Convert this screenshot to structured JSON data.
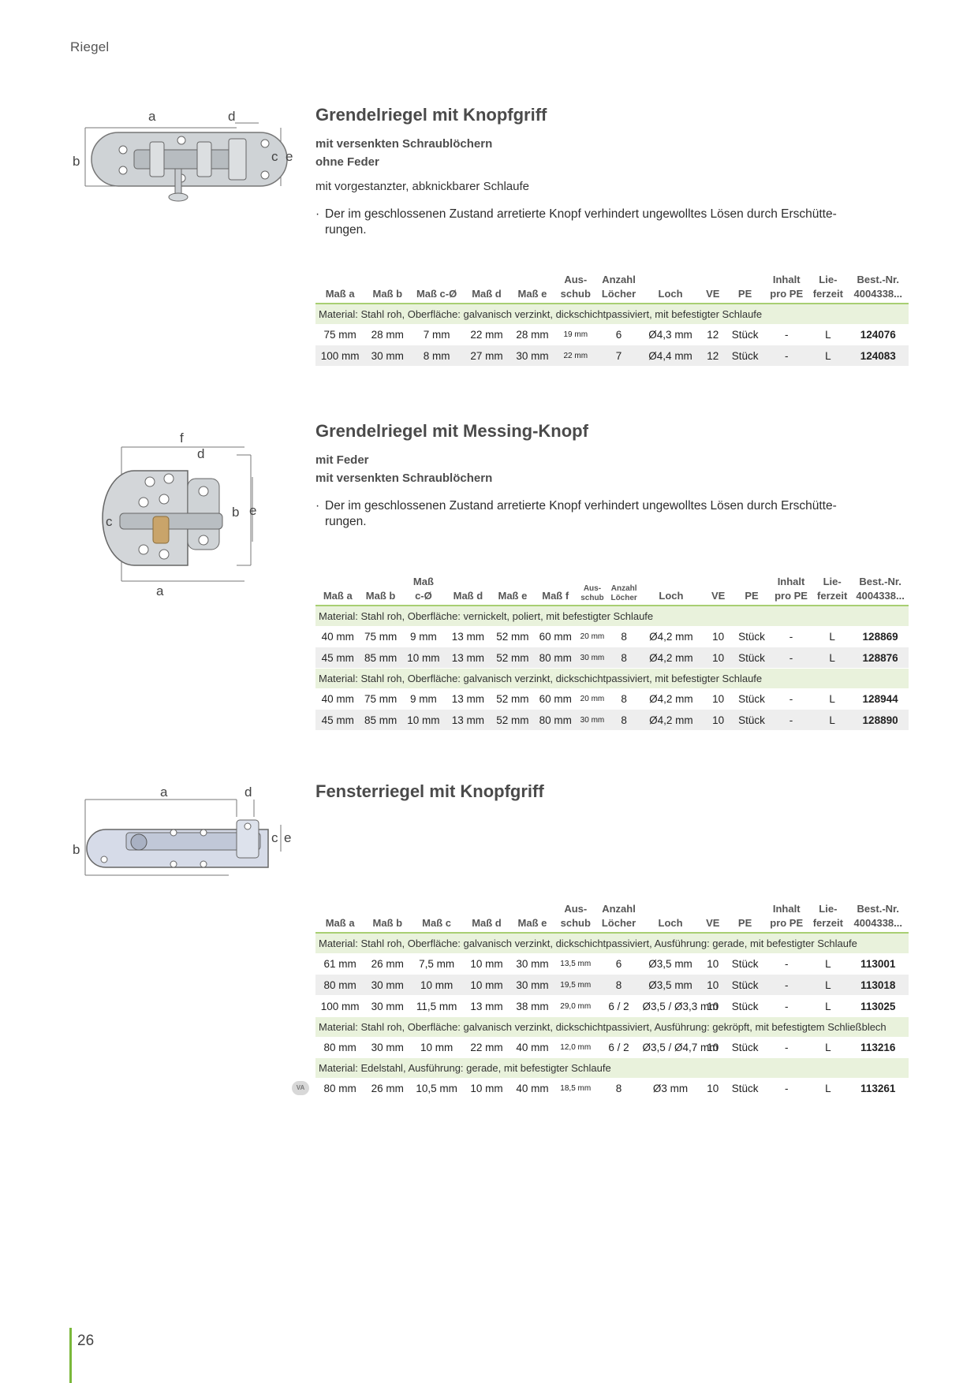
{
  "header": {
    "section": "Riegel"
  },
  "footer": {
    "page": "26"
  },
  "products": [
    {
      "title": "Grendelriegel mit Knopfgriff",
      "subtitles": [
        "mit versenkten Schraublöchern",
        "ohne Feder"
      ],
      "description": "mit vorgestanzter, abknickbarer Schlaufe",
      "bullet_line1": "Der im geschlossenen Zustand arretierte Knopf verhindert ungewolltes Lösen durch Erschütte-",
      "bullet_line2": "rungen.",
      "dim_labels": [
        "a",
        "d",
        "b",
        "c",
        "e"
      ],
      "table": {
        "headers": [
          [
            "",
            "Maß a"
          ],
          [
            "",
            "Maß b"
          ],
          [
            "",
            "Maß c-Ø"
          ],
          [
            "",
            "Maß d"
          ],
          [
            "",
            "Maß e"
          ],
          [
            "Aus-",
            "schub"
          ],
          [
            "Anzahl",
            "Löcher"
          ],
          [
            "",
            "Loch"
          ],
          [
            "",
            "VE"
          ],
          [
            "",
            "PE"
          ],
          [
            "Inhalt",
            "pro PE"
          ],
          [
            "Lie-",
            "ferzeit"
          ],
          [
            "Best.-Nr.",
            "4004338..."
          ]
        ],
        "groups": [
          {
            "material": "Material: Stahl roh, Oberfläche: galvanisch verzinkt, dickschichtpassiviert, mit befestigter Schlaufe",
            "rows": [
              [
                "75 mm",
                "28 mm",
                "7 mm",
                "22 mm",
                "28 mm",
                "19 mm",
                "6",
                "Ø4,3 mm",
                "12",
                "Stück",
                "-",
                "L",
                "124076"
              ],
              [
                "100 mm",
                "30 mm",
                "8 mm",
                "27 mm",
                "30 mm",
                "22 mm",
                "7",
                "Ø4,4 mm",
                "12",
                "Stück",
                "-",
                "L",
                "124083"
              ]
            ]
          }
        ]
      }
    },
    {
      "title": "Grendelriegel mit Messing-Knopf",
      "subtitles": [
        "mit Feder",
        "mit versenkten Schraublöchern"
      ],
      "bullet_line1": "Der im geschlossenen Zustand arretierte Knopf verhindert ungewolltes Lösen durch Erschütte-",
      "bullet_line2": "rungen.",
      "dim_labels": [
        "f",
        "d",
        "c",
        "b",
        "e",
        "a"
      ],
      "table": {
        "headers": [
          [
            "",
            "Maß a"
          ],
          [
            "",
            "Maß b"
          ],
          [
            "Maß",
            "c-Ø"
          ],
          [
            "",
            "Maß d"
          ],
          [
            "",
            "Maß e"
          ],
          [
            "",
            "Maß f"
          ],
          [
            "Aus-",
            "schub"
          ],
          [
            "Anzahl",
            "Löcher"
          ],
          [
            "",
            "Loch"
          ],
          [
            "",
            "VE"
          ],
          [
            "",
            "PE"
          ],
          [
            "Inhalt",
            "pro PE"
          ],
          [
            "Lie-",
            "ferzeit"
          ],
          [
            "Best.-Nr.",
            "4004338..."
          ]
        ],
        "groups": [
          {
            "material": "Material: Stahl roh, Oberfläche: vernickelt, poliert, mit befestigter Schlaufe",
            "rows": [
              [
                "40 mm",
                "75 mm",
                "9 mm",
                "13 mm",
                "52 mm",
                "60 mm",
                "20 mm",
                "8",
                "Ø4,2 mm",
                "10",
                "Stück",
                "-",
                "L",
                "128869"
              ],
              [
                "45 mm",
                "85 mm",
                "10 mm",
                "13 mm",
                "52 mm",
                "80 mm",
                "30 mm",
                "8",
                "Ø4,2 mm",
                "10",
                "Stück",
                "-",
                "L",
                "128876"
              ]
            ]
          },
          {
            "material": "Material: Stahl roh, Oberfläche: galvanisch verzinkt, dickschichtpassiviert, mit befestigter Schlaufe",
            "rows": [
              [
                "40 mm",
                "75 mm",
                "9 mm",
                "13 mm",
                "52 mm",
                "60 mm",
                "20 mm",
                "8",
                "Ø4,2 mm",
                "10",
                "Stück",
                "-",
                "L",
                "128944"
              ],
              [
                "45 mm",
                "85 mm",
                "10 mm",
                "13 mm",
                "52 mm",
                "80 mm",
                "30 mm",
                "8",
                "Ø4,2 mm",
                "10",
                "Stück",
                "-",
                "L",
                "128890"
              ]
            ]
          }
        ]
      }
    },
    {
      "title": "Fensterriegel mit Knopfgriff",
      "dim_labels": [
        "a",
        "d",
        "b",
        "c",
        "e"
      ],
      "table": {
        "headers": [
          [
            "",
            "Maß a"
          ],
          [
            "",
            "Maß b"
          ],
          [
            "",
            "Maß c"
          ],
          [
            "",
            "Maß d"
          ],
          [
            "",
            "Maß e"
          ],
          [
            "Aus-",
            "schub"
          ],
          [
            "Anzahl",
            "Löcher"
          ],
          [
            "",
            "Loch"
          ],
          [
            "",
            "VE"
          ],
          [
            "",
            "PE"
          ],
          [
            "Inhalt",
            "pro PE"
          ],
          [
            "Lie-",
            "ferzeit"
          ],
          [
            "Best.-Nr.",
            "4004338..."
          ]
        ],
        "groups": [
          {
            "material": "Material: Stahl roh, Oberfläche: galvanisch verzinkt, dickschichtpassiviert, Ausführung: gerade, mit befestigter Schlaufe",
            "rows": [
              [
                "61 mm",
                "26 mm",
                "7,5 mm",
                "10 mm",
                "30 mm",
                "13,5 mm",
                "6",
                "Ø3,5 mm",
                "10",
                "Stück",
                "-",
                "L",
                "113001"
              ],
              [
                "80 mm",
                "30 mm",
                "10 mm",
                "10 mm",
                "30 mm",
                "19,5 mm",
                "8",
                "Ø3,5 mm",
                "10",
                "Stück",
                "-",
                "L",
                "113018"
              ],
              [
                "100 mm",
                "30 mm",
                "11,5 mm",
                "13 mm",
                "38 mm",
                "29,0 mm",
                "6 / 2",
                "Ø3,5 / Ø3,3 mm",
                "10",
                "Stück",
                "-",
                "L",
                "113025"
              ]
            ]
          },
          {
            "material": "Material: Stahl roh, Oberfläche: galvanisch verzinkt, dickschichtpassiviert, Ausführung: gekröpft, mit befestigtem Schließblech",
            "rows": [
              [
                "80 mm",
                "30 mm",
                "10 mm",
                "22 mm",
                "40 mm",
                "12,0 mm",
                "6 / 2",
                "Ø3,5 / Ø4,7 mm",
                "10",
                "Stück",
                "-",
                "L",
                "113216"
              ]
            ]
          },
          {
            "material": "Material: Edelstahl, Ausführung: gerade, mit befestigter Schlaufe",
            "badge": "VA",
            "rows": [
              [
                "80 mm",
                "26 mm",
                "10,5 mm",
                "10 mm",
                "40 mm",
                "18,5 mm",
                "8",
                "Ø3 mm",
                "10",
                "Stück",
                "-",
                "L",
                "113261"
              ]
            ]
          }
        ]
      }
    }
  ]
}
